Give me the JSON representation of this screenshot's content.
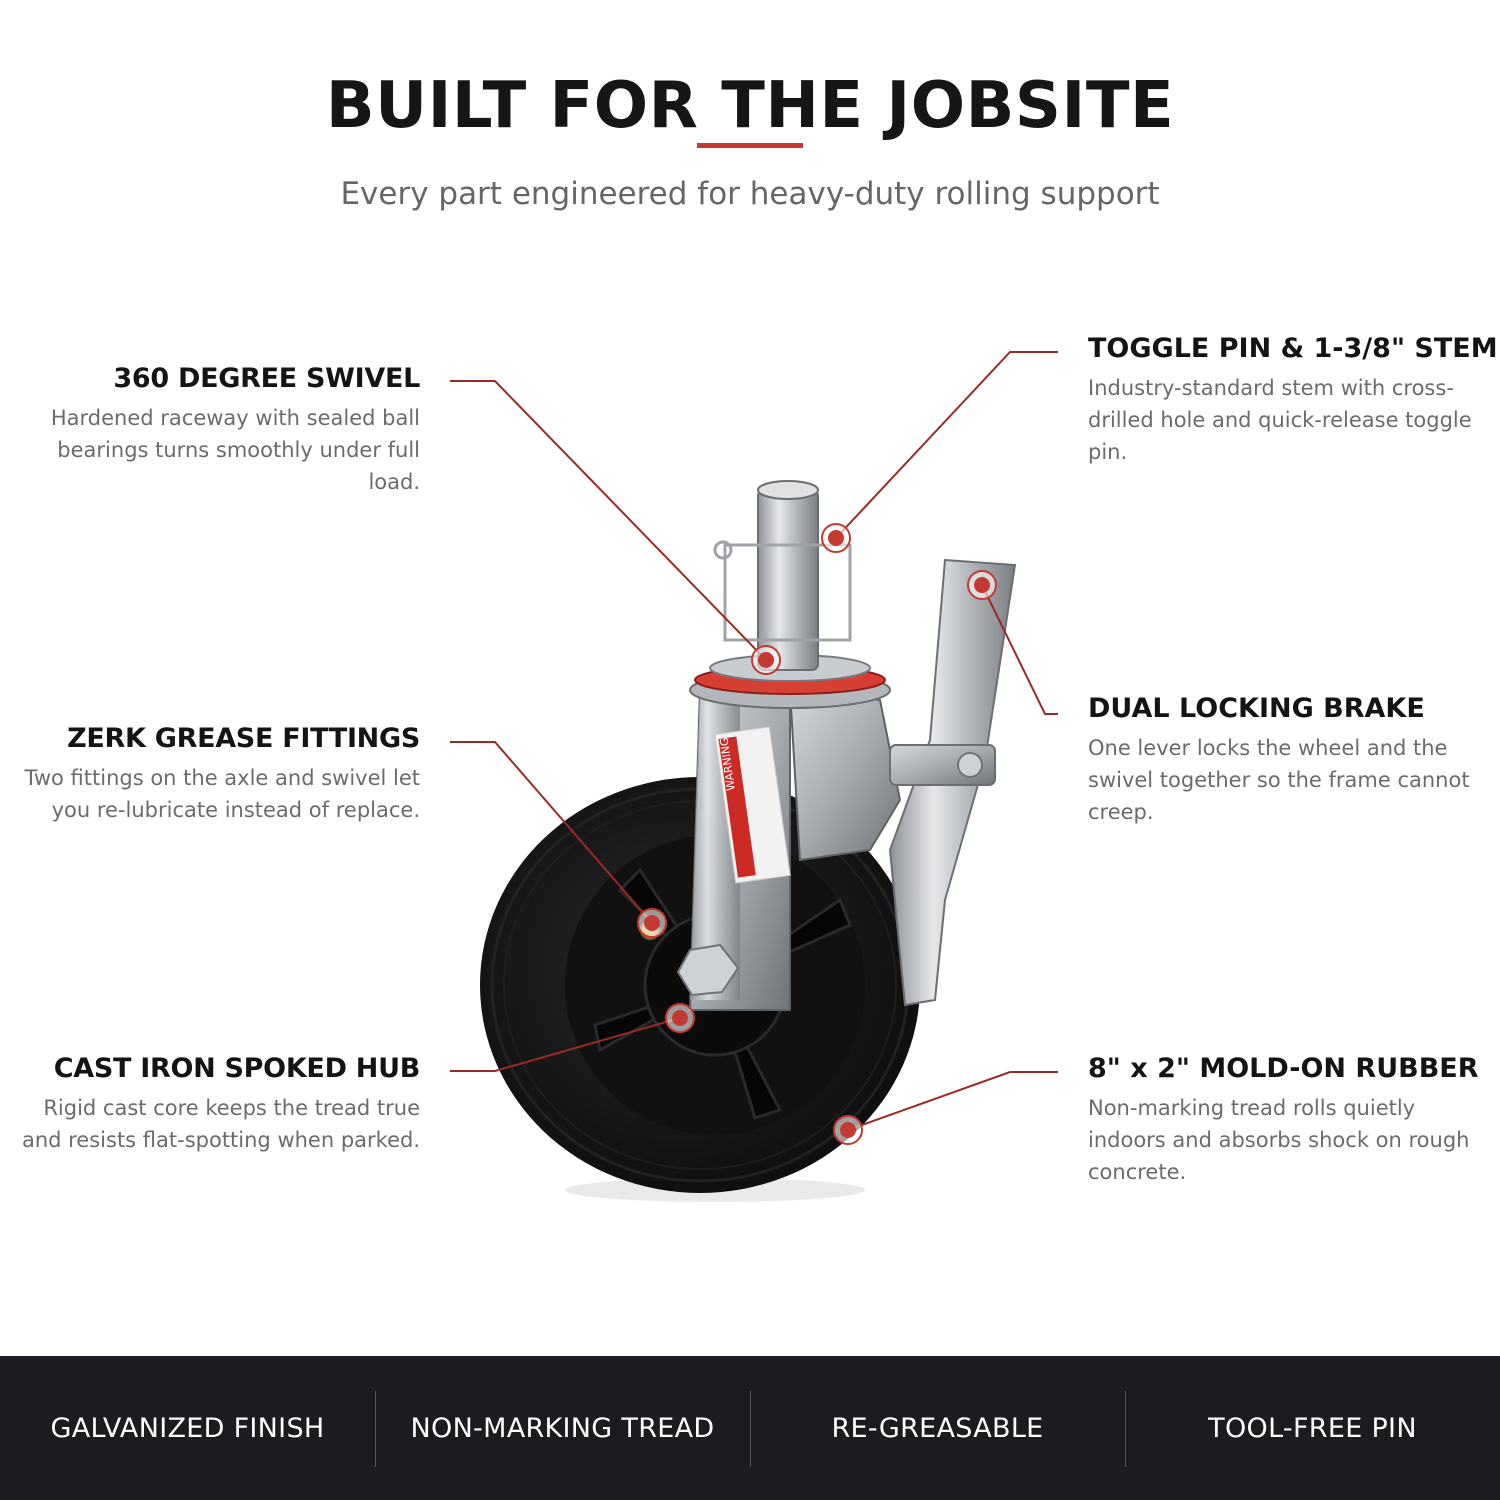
{
  "header": {
    "title": "BUILT FOR THE JOBSITE",
    "subtitle": "Every part engineered for heavy-duty rolling support"
  },
  "callouts": {
    "swivel": {
      "title": "360 DEGREE SWIVEL",
      "body": "Hardened raceway with sealed ball bearings turns smoothly under full load."
    },
    "zerk": {
      "title": "ZERK GREASE FITTINGS",
      "body": "Two fittings on the axle and swivel let you re-lubricate instead of replace."
    },
    "hub": {
      "title": "CAST IRON SPOKED HUB",
      "body": "Rigid cast core keeps the tread true and resists flat-spotting when parked."
    },
    "toggle": {
      "title": "TOGGLE PIN & 1-3/8\" STEM",
      "body": "Industry-standard stem with cross-drilled hole and quick-release toggle pin."
    },
    "brake": {
      "title": "DUAL LOCKING BRAKE",
      "body": "One lever locks the wheel and the swivel together so the frame cannot creep."
    },
    "rubber": {
      "title": "8\" x 2\" MOLD-ON RUBBER",
      "body": "Non-marking tread rolls quietly indoors and absorbs shock on rough concrete."
    }
  },
  "product": {
    "warning_label": "WARNING"
  },
  "features": [
    "GALVANIZED FINISH",
    "NON-MARKING TREAD",
    "RE-GREASABLE",
    "TOOL-FREE PIN"
  ],
  "colors": {
    "accent": "#c23a32",
    "dark_bar": "#1c1c20",
    "heading": "#141414",
    "body_text": "#6b6b6b",
    "leader": "#9a2a24"
  }
}
